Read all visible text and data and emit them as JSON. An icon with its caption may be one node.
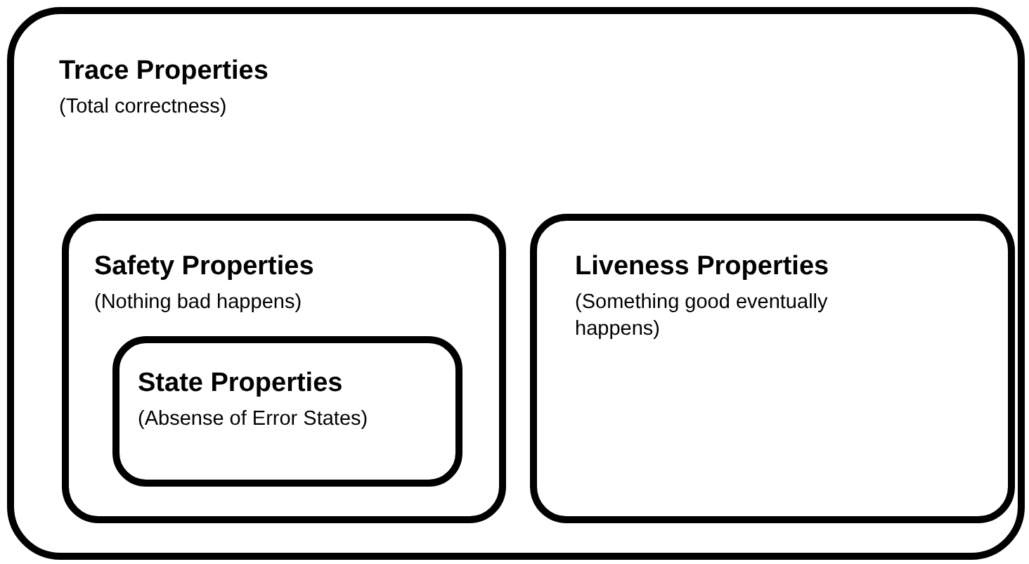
{
  "diagram": {
    "nodes": [
      {
        "text": [
          "Trace Properties",
          "(Total correctness)"
        ]
      },
      {
        "text": [
          "Safety Properties",
          "(Nothing bad happens)"
        ],
        "in": 0
      },
      {
        "text": [
          "State Properties",
          "(Absense of Error States)"
        ],
        "in": 1
      },
      {
        "text": [
          "Liveness Properties",
          "(Something good eventually happens)"
        ],
        "in": 0
      }
    ]
  }
}
